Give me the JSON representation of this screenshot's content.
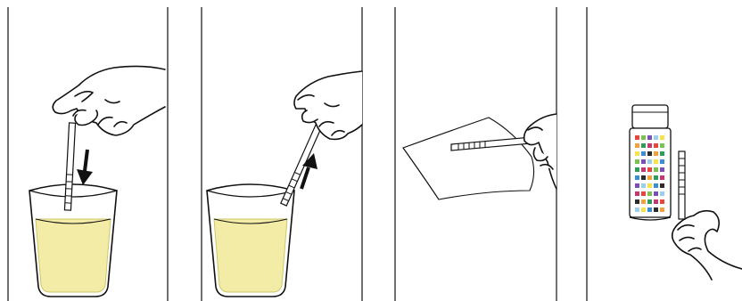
{
  "figure": {
    "type": "four-step instructional illustration (no printed text)",
    "panels": [
      {
        "step": 1,
        "action": "dip",
        "arrow": "down"
      },
      {
        "step": 2,
        "action": "withdraw",
        "arrow": "up"
      },
      {
        "step": 3,
        "action": "blot"
      },
      {
        "step": 4,
        "action": "compare-with-chart"
      }
    ]
  },
  "colors": {
    "line": "#111111",
    "liquid": "#f2eca6",
    "liquid_edge": "#cfc76a",
    "paper": "#ffffff",
    "swatch_colors": [
      "#e8463c",
      "#f3a13a",
      "#f6e34b",
      "#7cc24e",
      "#2f9d5a",
      "#3a8fd4",
      "#7b4fb8",
      "#c8376b",
      "#2c2c2c",
      "#9ad0e8"
    ]
  },
  "icons": [
    "hand-icon",
    "down-arrow-icon",
    "up-arrow-icon",
    "test-strip-icon",
    "cup-icon",
    "tissue-icon",
    "bottle-icon",
    "color-chart-icon"
  ]
}
